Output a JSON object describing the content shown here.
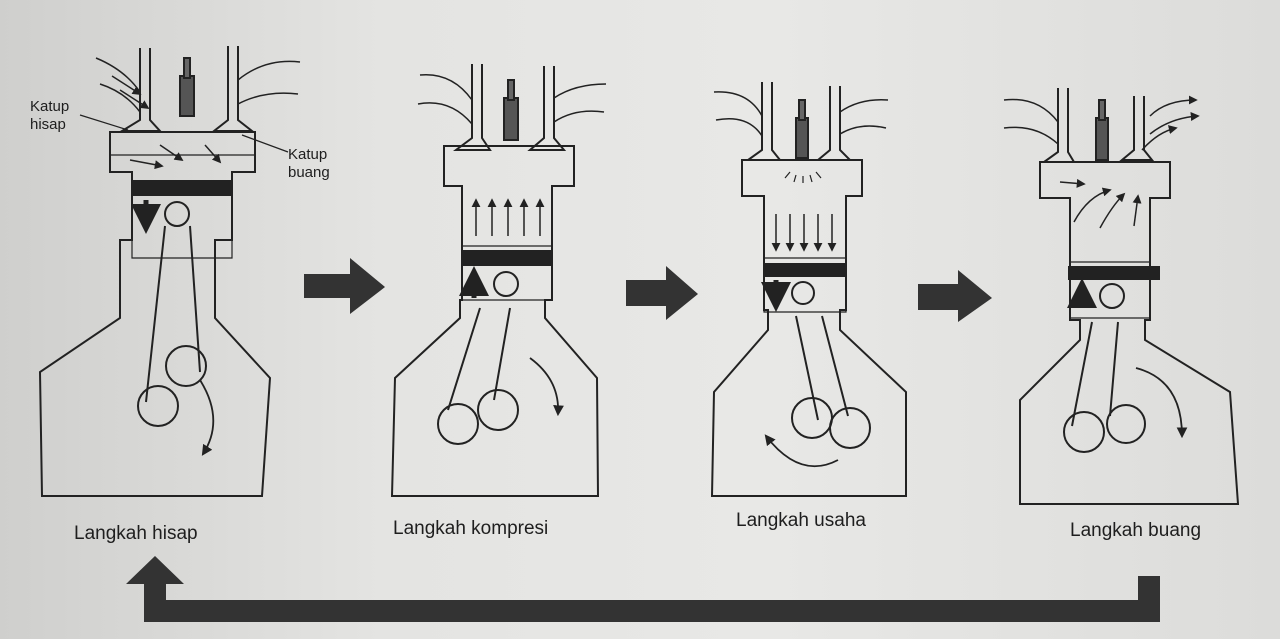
{
  "strokes": [
    {
      "name": "Langkah hisap"
    },
    {
      "name": "Langkah kompresi"
    },
    {
      "name": "Langkah usaha"
    },
    {
      "name": "Langkah buang"
    }
  ],
  "callouts": {
    "intake_valve": "Katup\nhisap",
    "exhaust_valve": "Katup\nbuang"
  }
}
